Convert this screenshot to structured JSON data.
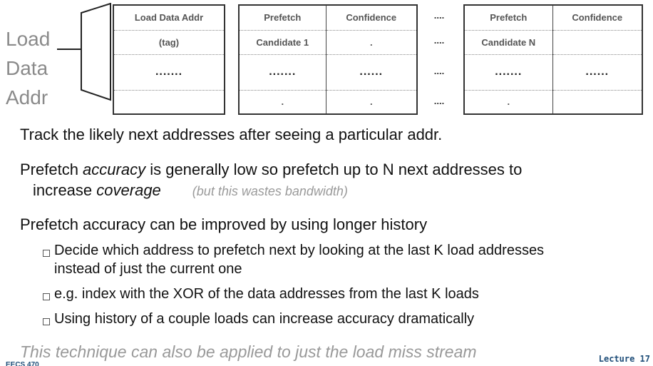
{
  "side_label": [
    "Load",
    "Data",
    "Addr"
  ],
  "tag_table": {
    "rows": [
      "Load Data Addr",
      "(tag)",
      ".......",
      ""
    ]
  },
  "candidate_table_1": {
    "rows": [
      [
        "Prefetch",
        "Confidence"
      ],
      [
        "Candidate 1",
        "."
      ],
      [
        ".......",
        "......"
      ],
      [
        ".",
        "."
      ]
    ]
  },
  "separator_column": [
    "....",
    "....",
    "....",
    "...."
  ],
  "candidate_table_n": {
    "rows": [
      [
        "Prefetch",
        "Confidence"
      ],
      [
        "Candidate N",
        ""
      ],
      [
        ".......",
        "......"
      ],
      [
        ".",
        ""
      ]
    ]
  },
  "lines": {
    "l1": "Track the likely next addresses after seeing a particular addr.",
    "l2a_pre": "Prefetch ",
    "l2a_em": "accuracy",
    "l2a_post": " is generally low so prefetch up to N next addresses to",
    "l2b_pre": "increase ",
    "l2b_em": "coverage",
    "l2b_note": "(but this wastes bandwidth)",
    "l3": "Prefetch accuracy can be improved by using longer history"
  },
  "bullets": [
    "Decide which address to prefetch next by looking at the last K load addresses",
    "instead of just the current one",
    "e.g. index with the XOR of the data addresses from the last K loads",
    "Using history of a couple loads can increase accuracy dramatically"
  ],
  "final_line": "This technique can also be applied to just the load miss stream",
  "footer": {
    "lecture": "Lecture 17",
    "fragment": "EECS 470"
  }
}
